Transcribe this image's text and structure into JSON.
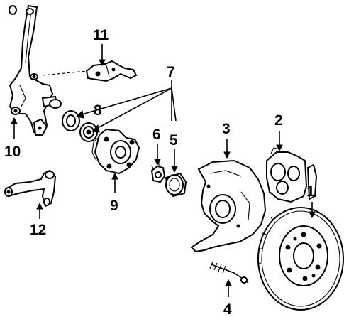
{
  "diagram": {
    "callouts": [
      {
        "id": "1",
        "label": "1"
      },
      {
        "id": "2",
        "label": "2"
      },
      {
        "id": "3",
        "label": "3"
      },
      {
        "id": "4",
        "label": "4"
      },
      {
        "id": "5",
        "label": "5"
      },
      {
        "id": "6",
        "label": "6"
      },
      {
        "id": "7",
        "label": "7"
      },
      {
        "id": "8",
        "label": "8"
      },
      {
        "id": "9",
        "label": "9"
      },
      {
        "id": "10",
        "label": "10"
      },
      {
        "id": "11",
        "label": "11"
      },
      {
        "id": "12",
        "label": "12"
      }
    ],
    "parts": [
      {
        "callout": "1",
        "name": "brake-rotor-icon"
      },
      {
        "callout": "2",
        "name": "brake-caliper-icon"
      },
      {
        "callout": "3",
        "name": "splash-shield-icon"
      },
      {
        "callout": "4",
        "name": "wear-sensor-icon"
      },
      {
        "callout": "5",
        "name": "dust-cap-icon"
      },
      {
        "callout": "6",
        "name": "lock-nut-icon"
      },
      {
        "callout": "7",
        "name": "bearing-group-icon"
      },
      {
        "callout": "8",
        "name": "seal-and-bearing-icon"
      },
      {
        "callout": "9",
        "name": "wheel-hub-icon"
      },
      {
        "callout": "10",
        "name": "steering-knuckle-icon"
      },
      {
        "callout": "11",
        "name": "bracket-icon"
      },
      {
        "callout": "12",
        "name": "steering-arm-icon"
      }
    ]
  }
}
